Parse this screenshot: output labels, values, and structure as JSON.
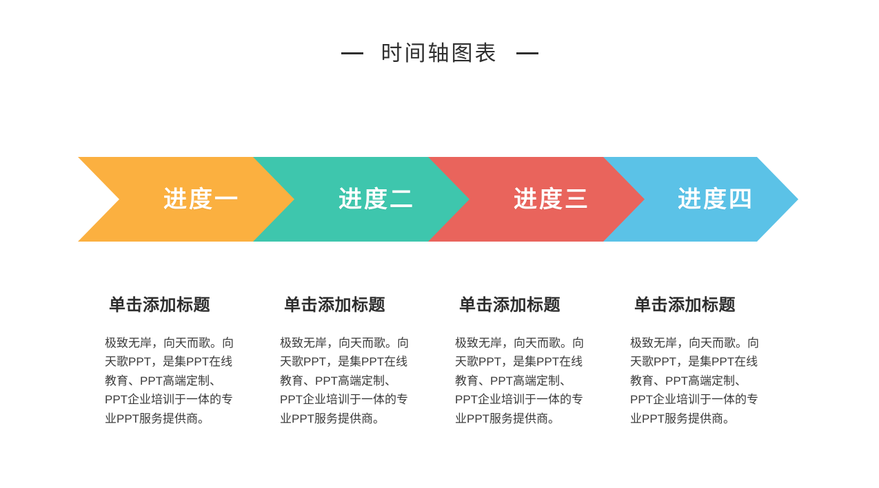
{
  "slide": {
    "background_color": "#FFFFFF",
    "title": {
      "text": "时间轴图表",
      "left_dash": "—",
      "right_dash": "—",
      "color": "#2F2F2F"
    }
  },
  "banner": {
    "steps": [
      {
        "label": "进度一",
        "color": "#FBB040"
      },
      {
        "label": "进度二",
        "color": "#3EC6AD"
      },
      {
        "label": "进度三",
        "color": "#E9645C"
      },
      {
        "label": "进度四",
        "color": "#5BC2E7"
      }
    ]
  },
  "columns": [
    {
      "title": "单击添加标题",
      "body": "极致无岸，向天而歌。向天歌PPT，是集PPT在线教育、PPT高端定制、PPT企业培训于一体的专业PPT服务提供商。"
    },
    {
      "title": "单击添加标题",
      "body": "极致无岸，向天而歌。向天歌PPT，是集PPT在线教育、PPT高端定制、PPT企业培训于一体的专业PPT服务提供商。"
    },
    {
      "title": "单击添加标题",
      "body": "极致无岸，向天而歌。向天歌PPT，是集PPT在线教育、PPT高端定制、PPT企业培训于一体的专业PPT服务提供商。"
    },
    {
      "title": "单击添加标题",
      "body": "极致无岸，向天而歌。向天歌PPT，是集PPT在线教育、PPT高端定制、PPT企业培训于一体的专业PPT服务提供商。"
    }
  ]
}
